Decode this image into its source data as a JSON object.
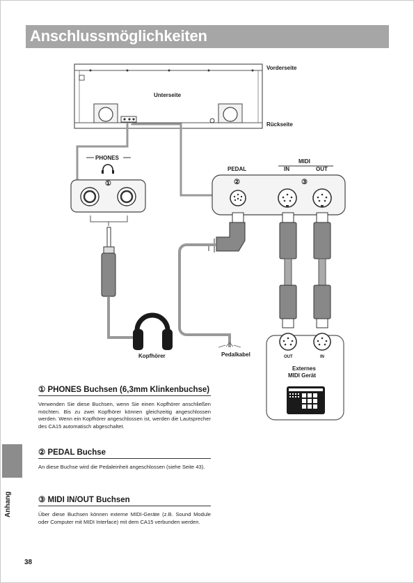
{
  "page": {
    "title": "Anschlussmöglichkeiten",
    "side_tab_label": "Anhang",
    "page_number": "38"
  },
  "diagram": {
    "top_label": "Vorderseite",
    "bottom_label": "Rückseite",
    "underside_label": "Unterseite",
    "phones_label": "PHONES",
    "pedal_label": "PEDAL",
    "midi_label": "MIDI",
    "midi_in_label": "IN",
    "midi_out_label": "OUT",
    "marker_1": "①",
    "marker_2": "②",
    "marker_3": "③",
    "headphones_caption": "Kopfhörer",
    "pedal_cable_caption": "Pedalkabel",
    "device_out_label": "OUT",
    "device_in_label": "IN",
    "external_device_line1": "Externes",
    "external_device_line2": "MIDI Gerät"
  },
  "sections": [
    {
      "heading": "① PHONES Buchsen (6,3mm Klinkenbuchse)",
      "body": "Verwenden Sie diese Buchsen, wenn Sie einen Kopfhörer anschließen möchten. Bis zu zwei Kopfhörer können gleichzeitig angeschlossen werden. Wenn ein Kopfhörer angeschlossen ist, werden die Lautsprecher des CA15 automatisch abgeschaltet."
    },
    {
      "heading": "② PEDAL Buchse",
      "body": "An diese Buchse wird die Pedaleinheit angeschlossen (siehe Seite 43)."
    },
    {
      "heading": "③ MIDI IN/OUT Buchsen",
      "body": "Über diese Buchsen können externe MIDI-Geräte (z.B. Sound Module oder Computer mit MIDI Interface) mit dem CA15 verbunden werden."
    }
  ]
}
